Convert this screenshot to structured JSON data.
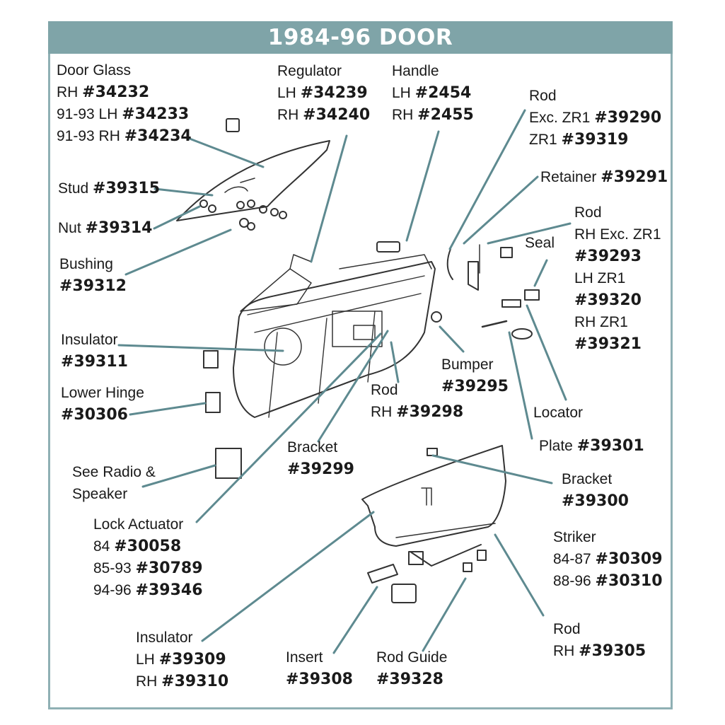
{
  "title": "1984-96 DOOR",
  "colors": {
    "header": "#7fa4a8",
    "border": "#8fb0b4",
    "leader": "#5e8a90",
    "drawing": "#333333"
  },
  "labels": {
    "door_glass": {
      "name": "Door Glass",
      "l1p": "RH ",
      "l1n": "#34232",
      "l2p": "91-93 LH ",
      "l2n": "#34233",
      "l3p": "91-93 RH ",
      "l3n": "#34234"
    },
    "regulator": {
      "name": "Regulator",
      "l1p": "LH ",
      "l1n": "#34239",
      "l2p": "RH ",
      "l2n": "#34240"
    },
    "handle": {
      "name": "Handle",
      "l1p": "LH ",
      "l1n": "#2454",
      "l2p": "RH ",
      "l2n": "#2455"
    },
    "rod_top": {
      "name": "Rod",
      "l1p": "Exc. ZR1 ",
      "l1n": "#39290",
      "l2p": "ZR1 ",
      "l2n": "#39319"
    },
    "retainer": {
      "p": "Retainer ",
      "n": "#39291"
    },
    "stud": {
      "p": "Stud ",
      "n": "#39315"
    },
    "nut": {
      "p": "Nut ",
      "n": "#39314"
    },
    "rod_right": {
      "name": "Rod",
      "l1": "RH Exc. ZR1",
      "n1": "#39293",
      "l2": "LH ZR1",
      "n2": "#39320",
      "l3": "RH ZR1",
      "n3": "#39321"
    },
    "seal": {
      "name": "Seal"
    },
    "bushing": {
      "name": "Bushing",
      "n": "#39312"
    },
    "insulator_top": {
      "name": "Insulator",
      "n": "#39311"
    },
    "bumper": {
      "name": "Bumper",
      "n": "#39295"
    },
    "lower_hinge": {
      "name": "Lower Hinge",
      "n": "#30306"
    },
    "rod_mid": {
      "name": "Rod",
      "p": "RH ",
      "n": "#39298"
    },
    "locator": {
      "name": "Locator"
    },
    "bracket_mid": {
      "name": "Bracket",
      "n": "#39299"
    },
    "plate": {
      "p": "Plate ",
      "n": "#39301"
    },
    "radio": {
      "l1": "See Radio &",
      "l2": "Speaker"
    },
    "bracket_right": {
      "name": "Bracket",
      "n": "#39300"
    },
    "lock_actuator": {
      "name": "Lock Actuator",
      "l1p": "84 ",
      "l1n": "#30058",
      "l2p": "85-93 ",
      "l2n": "#30789",
      "l3p": "94-96 ",
      "l3n": "#39346"
    },
    "striker": {
      "name": "Striker",
      "l1p": "84-87 ",
      "l1n": "#30309",
      "l2p": "88-96 ",
      "l2n": "#30310"
    },
    "rod_bottom": {
      "name": "Rod",
      "p": "RH ",
      "n": "#39305"
    },
    "insulator_bottom": {
      "name": "Insulator",
      "l1p": "LH ",
      "l1n": "#39309",
      "l2p": "RH ",
      "l2n": "#39310"
    },
    "insert": {
      "name": "Insert",
      "n": "#39308"
    },
    "rod_guide": {
      "name": "Rod Guide",
      "n": "#39328"
    }
  }
}
